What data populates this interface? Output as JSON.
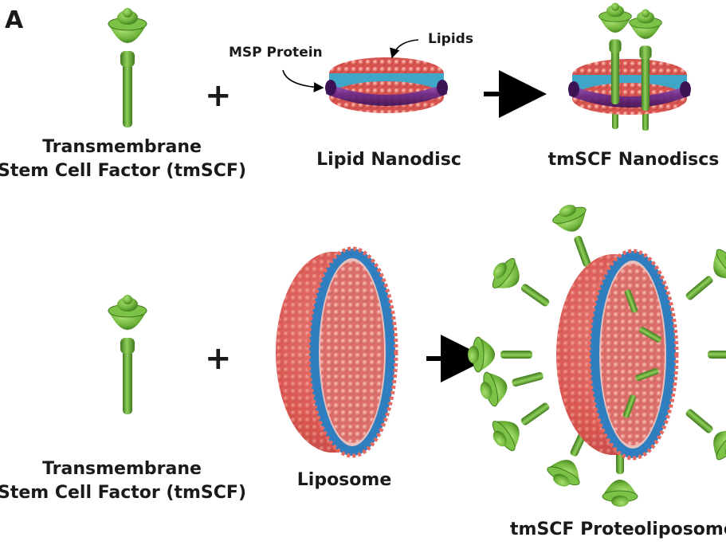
{
  "panel_label": "A",
  "row1": {
    "protein_label_line1": "Transmembrane",
    "protein_label_line2": "Stem Cell Factor (tmSCF)",
    "plus": "+",
    "nanodisc_label": "Lipid Nanodisc",
    "msp_label": "MSP Protein",
    "lipids_label": "Lipids",
    "product_label": "tmSCF Nanodiscs"
  },
  "row2": {
    "protein_label_line1": "Transmembrane",
    "protein_label_line2": "Stem Cell Factor (tmSCF)",
    "plus": "+",
    "liposome_label": "Liposome",
    "product_label": "tmSCF Proteoliposome"
  },
  "colors": {
    "protein_green": "#6fb43a",
    "protein_dark": "#3f7a1d",
    "lipid_red": "#e06060",
    "lipid_tail_blue": "#2f7fc0",
    "msp_purple": "#6a2a8a",
    "arrow_black": "#000000"
  }
}
